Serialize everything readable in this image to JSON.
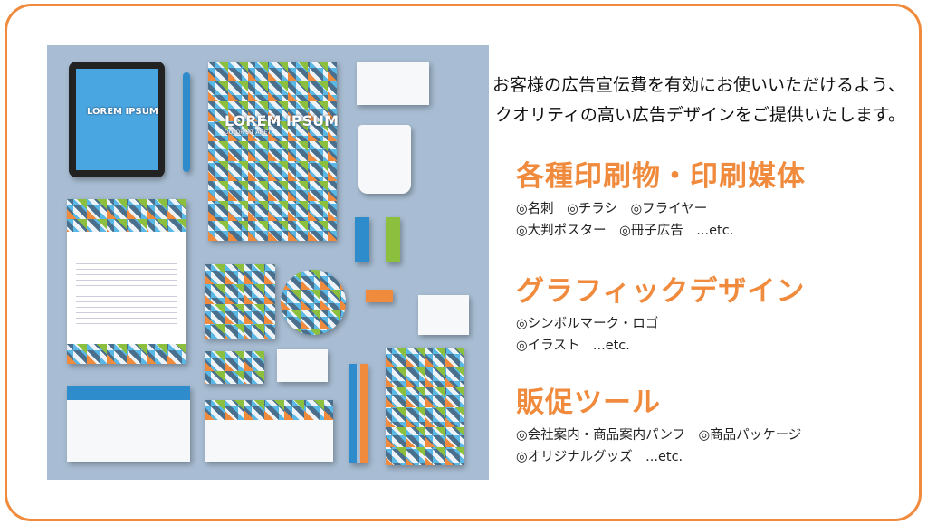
{
  "mockup": {
    "brand": "LOREM IPSUM",
    "tagline": "DOLOR SIT AMET"
  },
  "lead": [
    "お客様の広告宣伝費を有効にお使いいただけるよう、",
    "クオリティの高い広告デザインをご提供いたします。"
  ],
  "sections": [
    {
      "title": "各種印刷物・印刷媒体",
      "lines": [
        "◎名刺　◎チラシ　◎フライヤー",
        "◎大判ポスター　◎冊子広告　...etc."
      ]
    },
    {
      "title": "グラフィックデザイン",
      "lines": [
        "◎シンボルマーク・ロゴ",
        "◎イラスト　...etc."
      ]
    },
    {
      "title": "販促ツール",
      "lines": [
        "◎会社案内・商品案内パンフ　◎商品パッケージ",
        "◎オリジナルグッズ　...etc."
      ]
    }
  ],
  "colors": {
    "accent": "#f08a3c",
    "scene": "#a8bdd3"
  }
}
